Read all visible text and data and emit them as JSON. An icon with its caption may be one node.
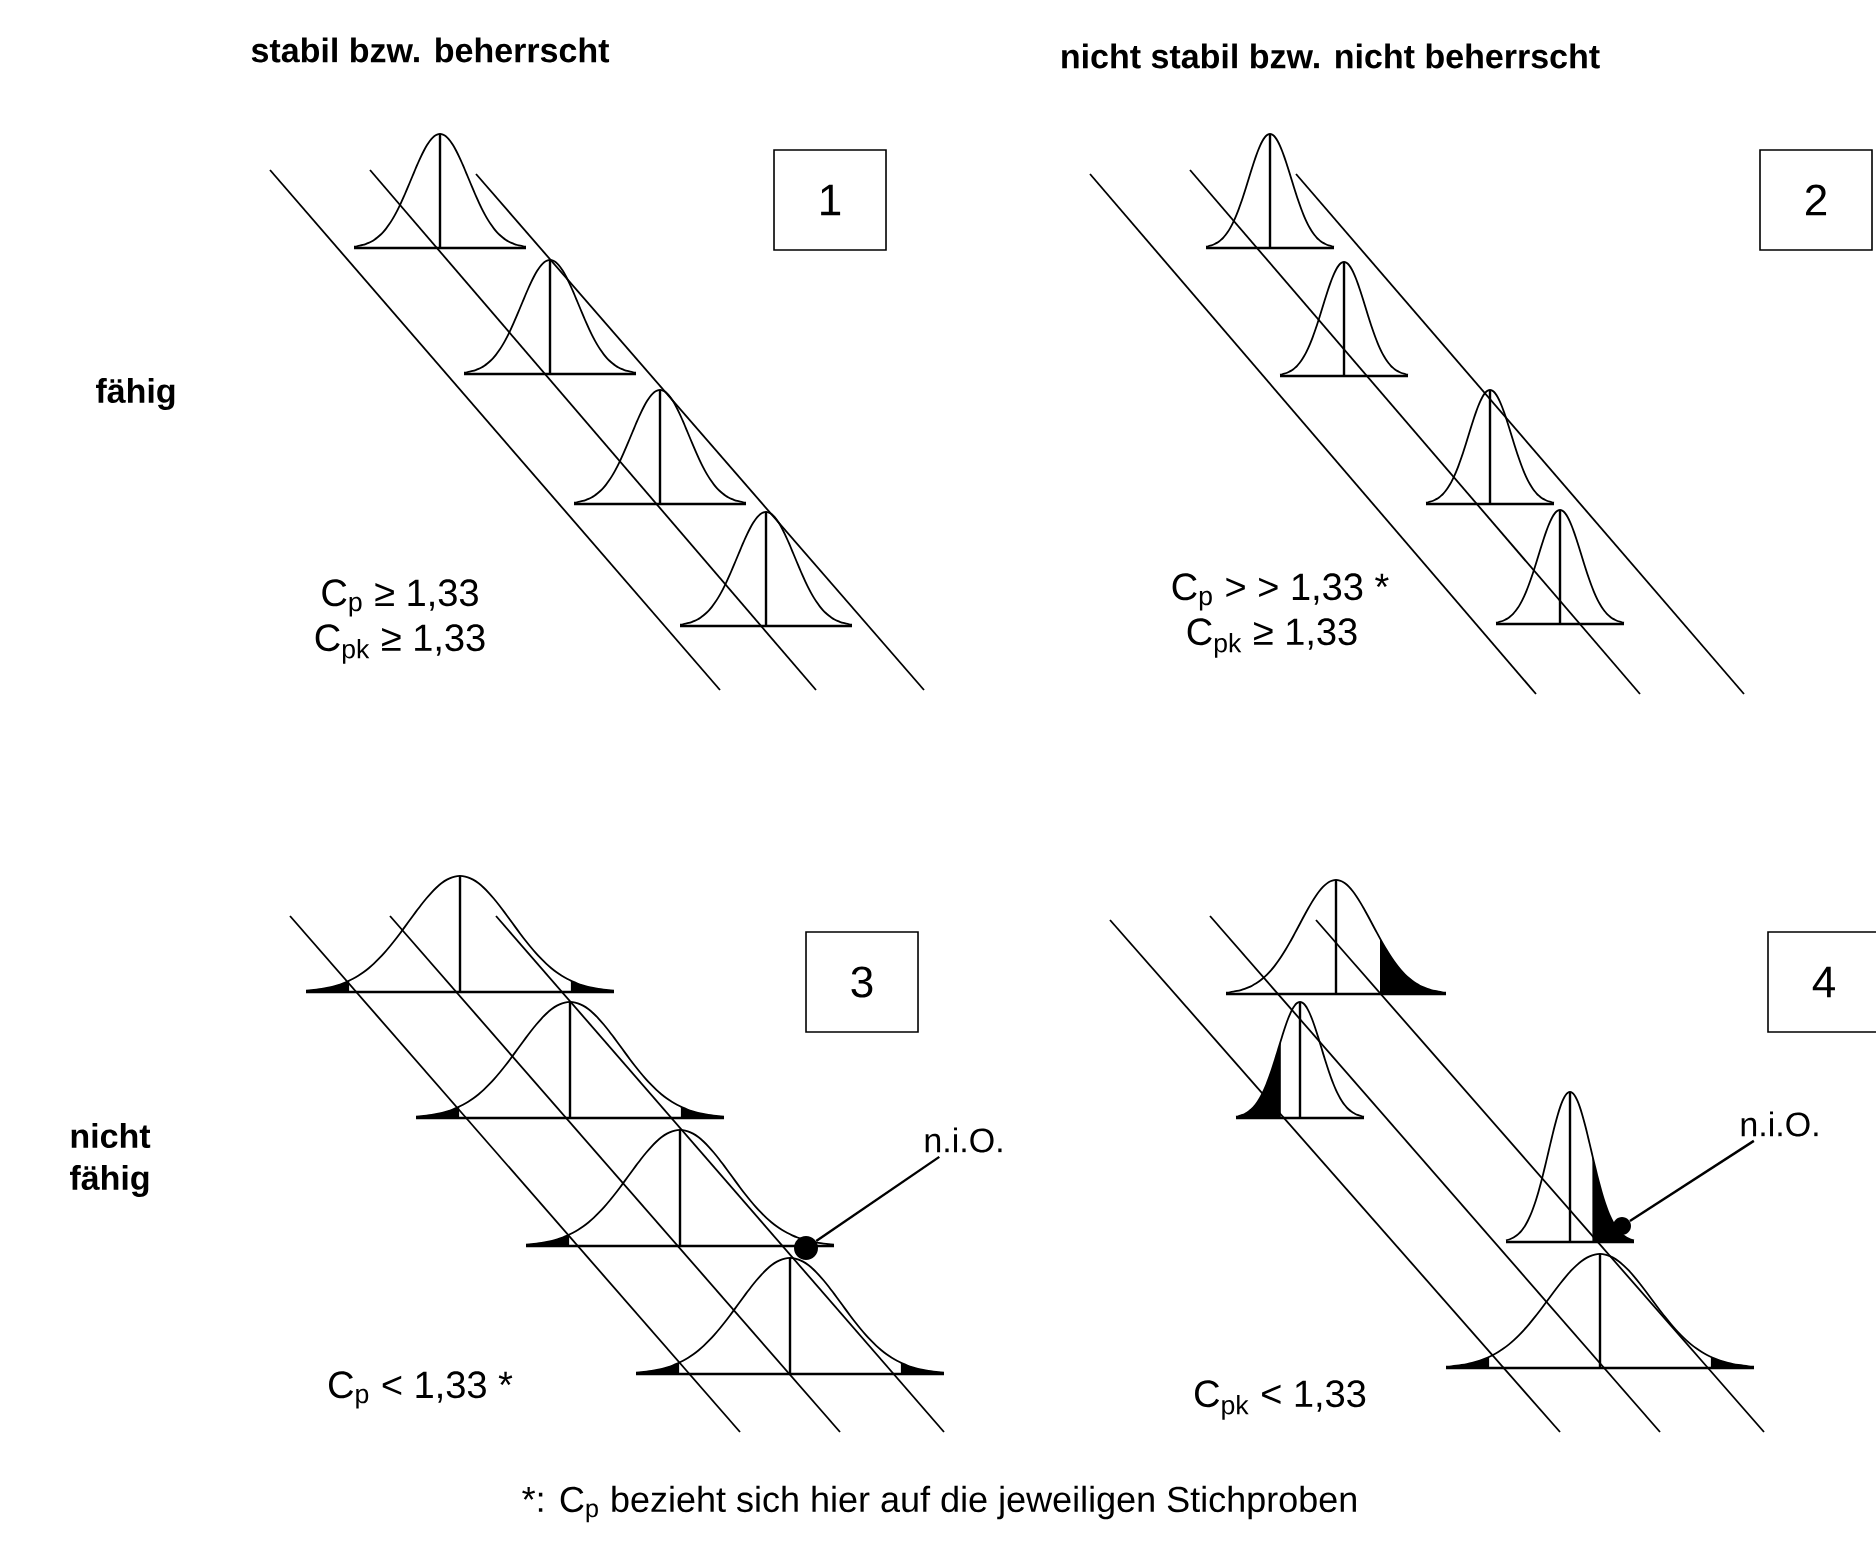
{
  "diagram": {
    "caption": "*: C$_{p}$ bezieht sich hier auf die jeweiligen Stichproben",
    "nodes": [
      {
        "text": [
          "1"
        ]
      },
      {
        "text": [
          "2"
        ]
      },
      {
        "text": [
          "3"
        ]
      },
      {
        "text": [
          "4"
        ]
      },
      {
        "text": [
          "n.i.O."
        ]
      },
      {
        "text": [],
        "shape": "circle"
      },
      {
        "text": [
          "n.i.O."
        ]
      },
      {
        "text": [],
        "shape": "circle"
      }
    ],
    "edges": [
      {
        "from": 4,
        "to": 5,
        "arrow": "none"
      },
      {
        "from": 6,
        "to": 7,
        "arrow": "none"
      }
    ],
    "labels": [
      "stabil bzw. beherrscht",
      "nicht stabil bzw. nicht beherrscht",
      "fähig",
      "C$_{p}$ ≥ 1,33",
      "C$_{pk}$ ≥ 1,33",
      "C$_{p}$ > > 1,33 *",
      "C$_{pk}$ ≥ 1,33",
      "nicht fähig",
      "C$_{p}$ < 1,33 *",
      "C$_{pk}$ < 1,33"
    ]
  }
}
